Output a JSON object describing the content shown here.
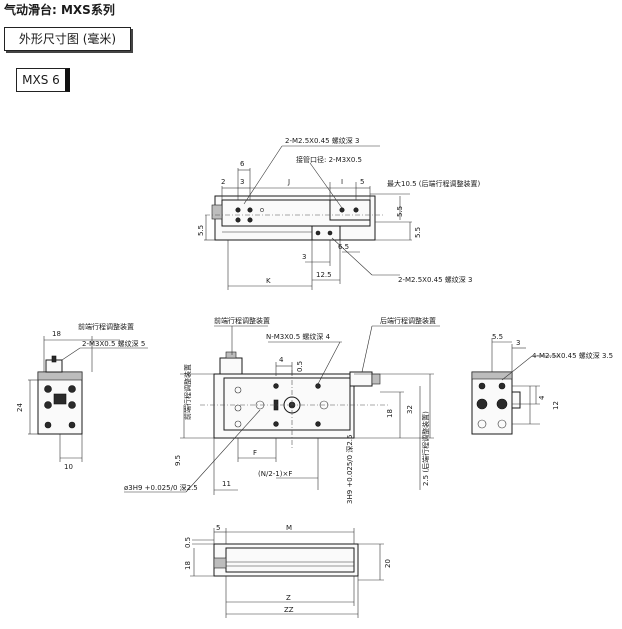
{
  "header": {
    "title": "气动滑台: MXS系列",
    "section": "外形尺寸图 (毫米)",
    "model": "MXS 6"
  },
  "top_view": {
    "thread_top": "2-M2.5X0.45 螺纹深 3",
    "port": "接管口径: 2-M3X0.5",
    "max_note": "最大10.5 (后端行程调整装置)",
    "thread_bottom": "2-M2.5X0.45 螺纹深 3",
    "d6": "6",
    "d2": "2",
    "d3a": "3",
    "dJ": "J",
    "dI": "I",
    "d5": "5",
    "d55a": "5.5",
    "d55b": "5.5",
    "d55c": "5.5",
    "d3b": "3",
    "d65": "6.5",
    "dK": "K",
    "d125": "12.5"
  },
  "left_view": {
    "front_adj": "前端行程调整装置",
    "thread": "2-M3X0.5 螺纹深 5",
    "d18": "18",
    "d24": "24",
    "d10": "10"
  },
  "front_view": {
    "front_adj": "前端行程调整装置",
    "rear_adj": "后端行程调整装置",
    "thread_n": "N-M3X0.5 螺纹深 4",
    "d4": "4",
    "d05": "0.5",
    "d18": "18",
    "d32": "32",
    "d95": "9.5",
    "dF": "F",
    "formula": "(N/2-1)×F",
    "d11": "11",
    "hole": "ø3H9 +0.025/0 深2.5",
    "hole_v": "3H9 +0.025/0 深2.5",
    "rear_note": "2.5 (后端行程调整装置)",
    "front_v_note": "前端行程调整装置"
  },
  "right_view": {
    "thread": "4-M2.5X0.45 螺纹深 3.5",
    "d55": "5.5",
    "d3": "3",
    "d4": "4",
    "d12": "12"
  },
  "bottom_view": {
    "d05": "0.5",
    "d5": "5",
    "dM": "M",
    "d18": "18",
    "d20": "20",
    "dZ": "Z",
    "dZZ": "ZZ"
  }
}
